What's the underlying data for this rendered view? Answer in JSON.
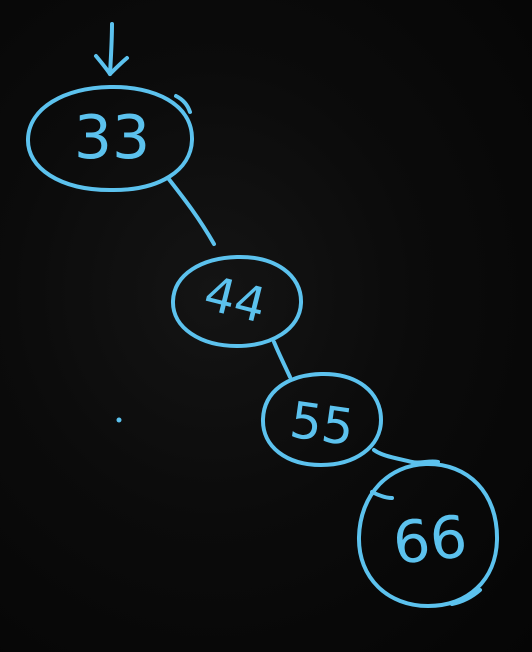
{
  "colors": {
    "background": "#060606",
    "chalk": "#5cc2ee"
  },
  "tree": {
    "nodes": [
      {
        "id": "n33",
        "label": "33"
      },
      {
        "id": "n44",
        "label": "44"
      },
      {
        "id": "n55",
        "label": "55"
      },
      {
        "id": "n66",
        "label": "66"
      }
    ],
    "edges": [
      {
        "from": "n33",
        "to": "n44"
      },
      {
        "from": "n44",
        "to": "n55"
      },
      {
        "from": "n55",
        "to": "n66"
      }
    ],
    "root_pointer": "n33"
  }
}
